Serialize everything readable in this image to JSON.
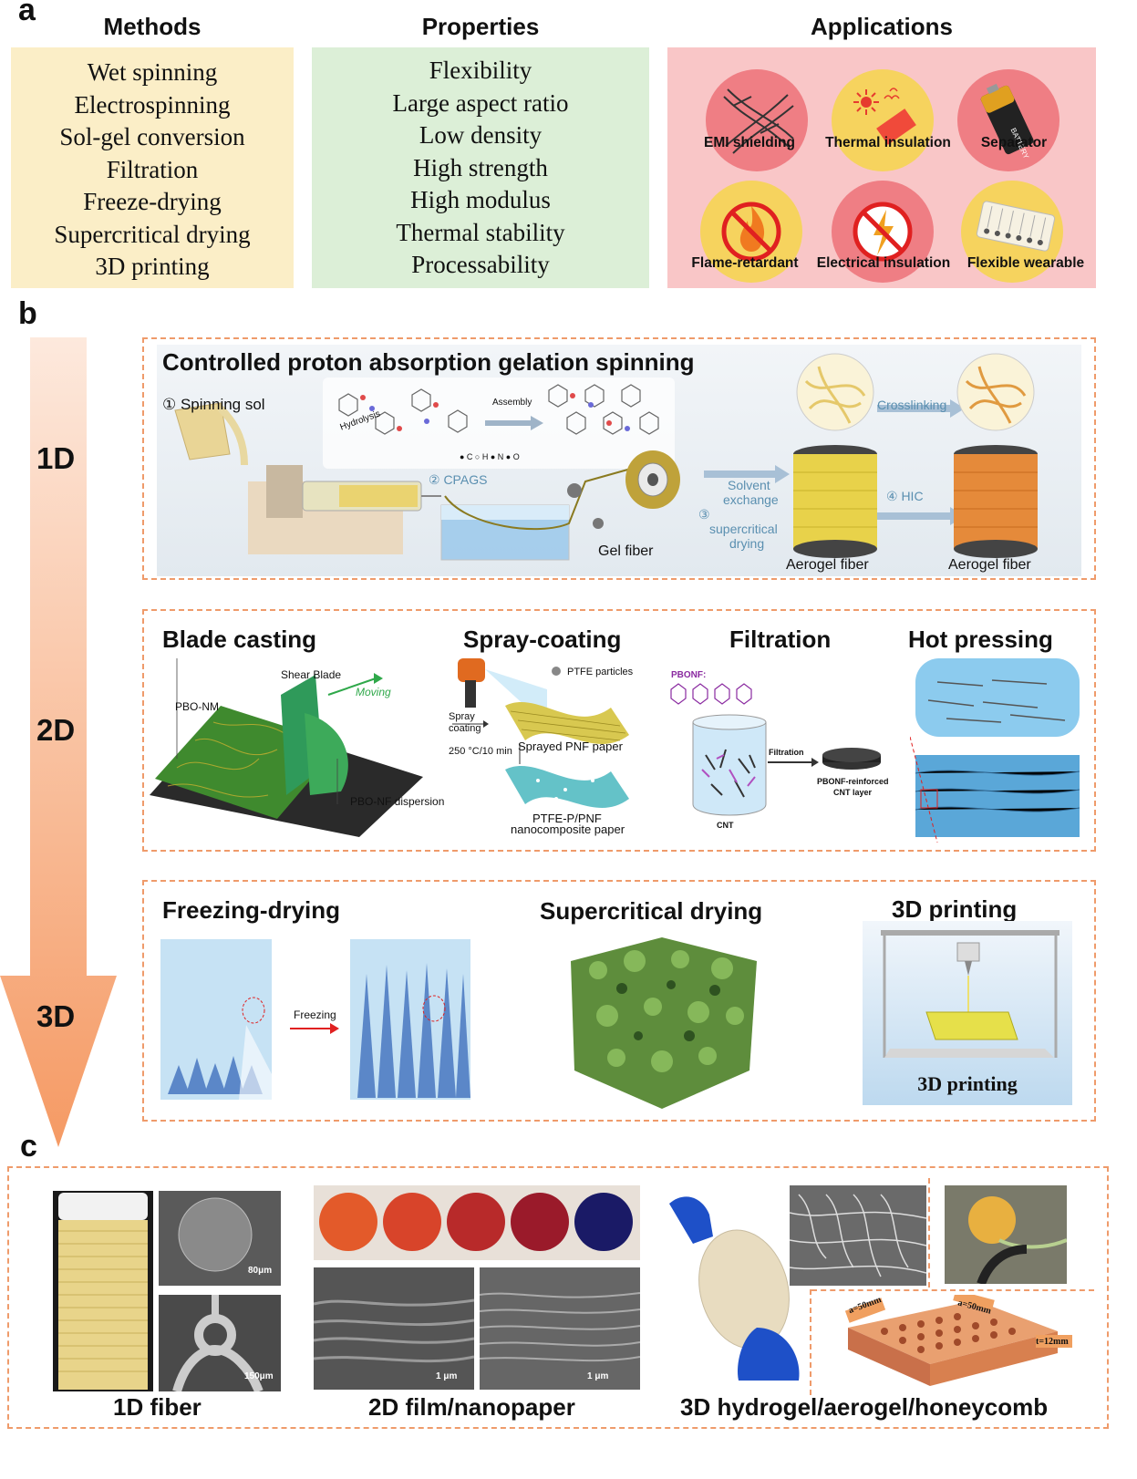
{
  "panel_a": {
    "letter": "a",
    "methods": {
      "title": "Methods",
      "items": [
        "Wet spinning",
        "Electrospinning",
        "Sol-gel conversion",
        "Filtration",
        "Freeze-drying",
        "Supercritical drying",
        "3D printing"
      ],
      "bg": "#fbeec7"
    },
    "properties": {
      "title": "Properties",
      "items": [
        "Flexibility",
        "Large aspect ratio",
        "Low density",
        "High strength",
        "High modulus",
        "Thermal stability",
        "Processability"
      ],
      "bg": "#dcefd7"
    },
    "applications": {
      "title": "Applications",
      "bg": "#f9c6c7",
      "items": [
        "EMI shielding",
        "Thermal insulation",
        "Separator",
        "Flame-retardant",
        "Electrical insulation",
        "Flexible wearable"
      ]
    }
  },
  "panel_b": {
    "letter": "b",
    "dims": [
      "1D",
      "2D",
      "3D"
    ],
    "row1": {
      "title": "Controlled proton absorption gelation spinning",
      "step1": "① Spinning sol",
      "hydrolysis": "Hydrolysis",
      "assembly": "Assembly",
      "legend": "● C  ○ H  ● N  ● O",
      "step2": "② CPAGS",
      "gel_fiber": "Gel fiber",
      "solvent_exchange_1": "Solvent",
      "solvent_exchange_2": "exchange",
      "step3": "③",
      "supercritical_1": "supercritical",
      "supercritical_2": "drying",
      "aerogel_fiber_1": "Aerogel fiber",
      "crosslinking": "Crosslinking",
      "step4": "④ HIC",
      "aerogel_fiber_2": "Aerogel fiber"
    },
    "row2": {
      "blade_title": "Blade casting",
      "shear_blade": "Shear Blade",
      "moving": "Moving",
      "pbo_nm": "PBO-NM",
      "pbo_nf": "PBO-NF dispersion",
      "spray_title": "Spray-coating",
      "ptfe_particles": "PTFE particles",
      "spray": "Spray",
      "coating": "coating",
      "temp": "250 °C/10 min",
      "sprayed_pnf": "Sprayed PNF paper",
      "ptfe_p_pnf": "PTFE-P/PNF",
      "nanocomposite": "nanocomposite paper",
      "filtration_title": "Filtration",
      "pbonf": "PBONF:",
      "filtration": "Filtration",
      "pbonf_reinforced": "PBONF-reinforced",
      "cnt_layer": "CNT layer",
      "cnt": "CNT",
      "hot_title": "Hot pressing"
    },
    "row3": {
      "freeze_title": "Freezing-drying",
      "freezing": "Freezing",
      "super_title": "Supercritical drying",
      "print_title": "3D printing",
      "print_caption": "3D printing"
    }
  },
  "panel_c": {
    "letter": "c",
    "fiber_label": "1D fiber",
    "film_label": "2D film/nanopaper",
    "hydrogel_label": "3D hydrogel/aerogel/honeycomb",
    "scale_80": "80μm",
    "scale_150": "150μm",
    "scale_1a": "1 μm",
    "scale_1b": "1 μm",
    "dim_a": "a=50mm",
    "dim_b": "a=50mm",
    "dim_t": "t=12mm"
  }
}
